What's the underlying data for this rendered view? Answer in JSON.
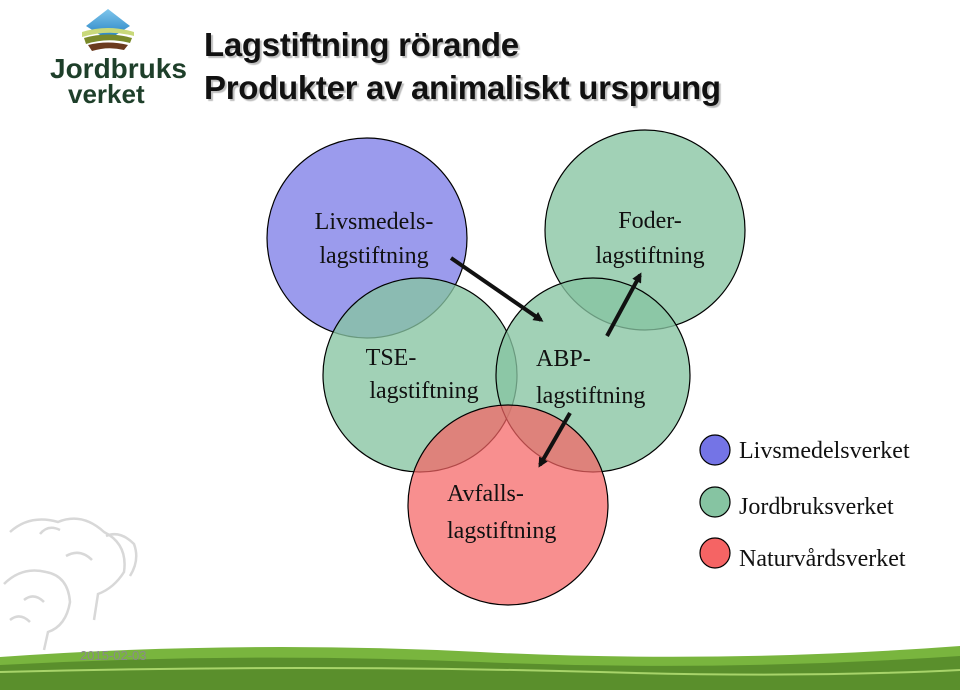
{
  "logo": {
    "name_line1": "Jordbruks",
    "name_line2": "verket"
  },
  "title": {
    "line1": "Lagstiftning rörande",
    "line2": "Produkter av animaliskt ursprung"
  },
  "circles": [
    {
      "id": "livsmedel",
      "line1": "Livsmedels-",
      "line2": "lagstiftning",
      "color": "#7474E6"
    },
    {
      "id": "foder",
      "line1": "Foder-",
      "line2": "lagstiftning",
      "color": "#86C4A2"
    },
    {
      "id": "tse",
      "line1": "TSE-",
      "line2": "lagstiftning",
      "color": "#86C4A2"
    },
    {
      "id": "abp",
      "line1": "ABP-",
      "line2": "lagstiftning",
      "color": "#86C4A2"
    },
    {
      "id": "avfall",
      "line1": "Avfalls-",
      "line2": "lagstiftning",
      "color": "#F56464"
    }
  ],
  "legend": [
    {
      "label": "Livsmedelsverket",
      "color": "#7474E6"
    },
    {
      "label": "Jordbruksverket",
      "color": "#86C4A2"
    },
    {
      "label": "Naturvårdsverket",
      "color": "#F56464"
    }
  ],
  "footer": {
    "date": "2015-02-03"
  },
  "colors": {
    "brand_green": "#5A8F2C",
    "brand_blue": "#1F7DC1",
    "logo_text": "#1E3F2A"
  }
}
